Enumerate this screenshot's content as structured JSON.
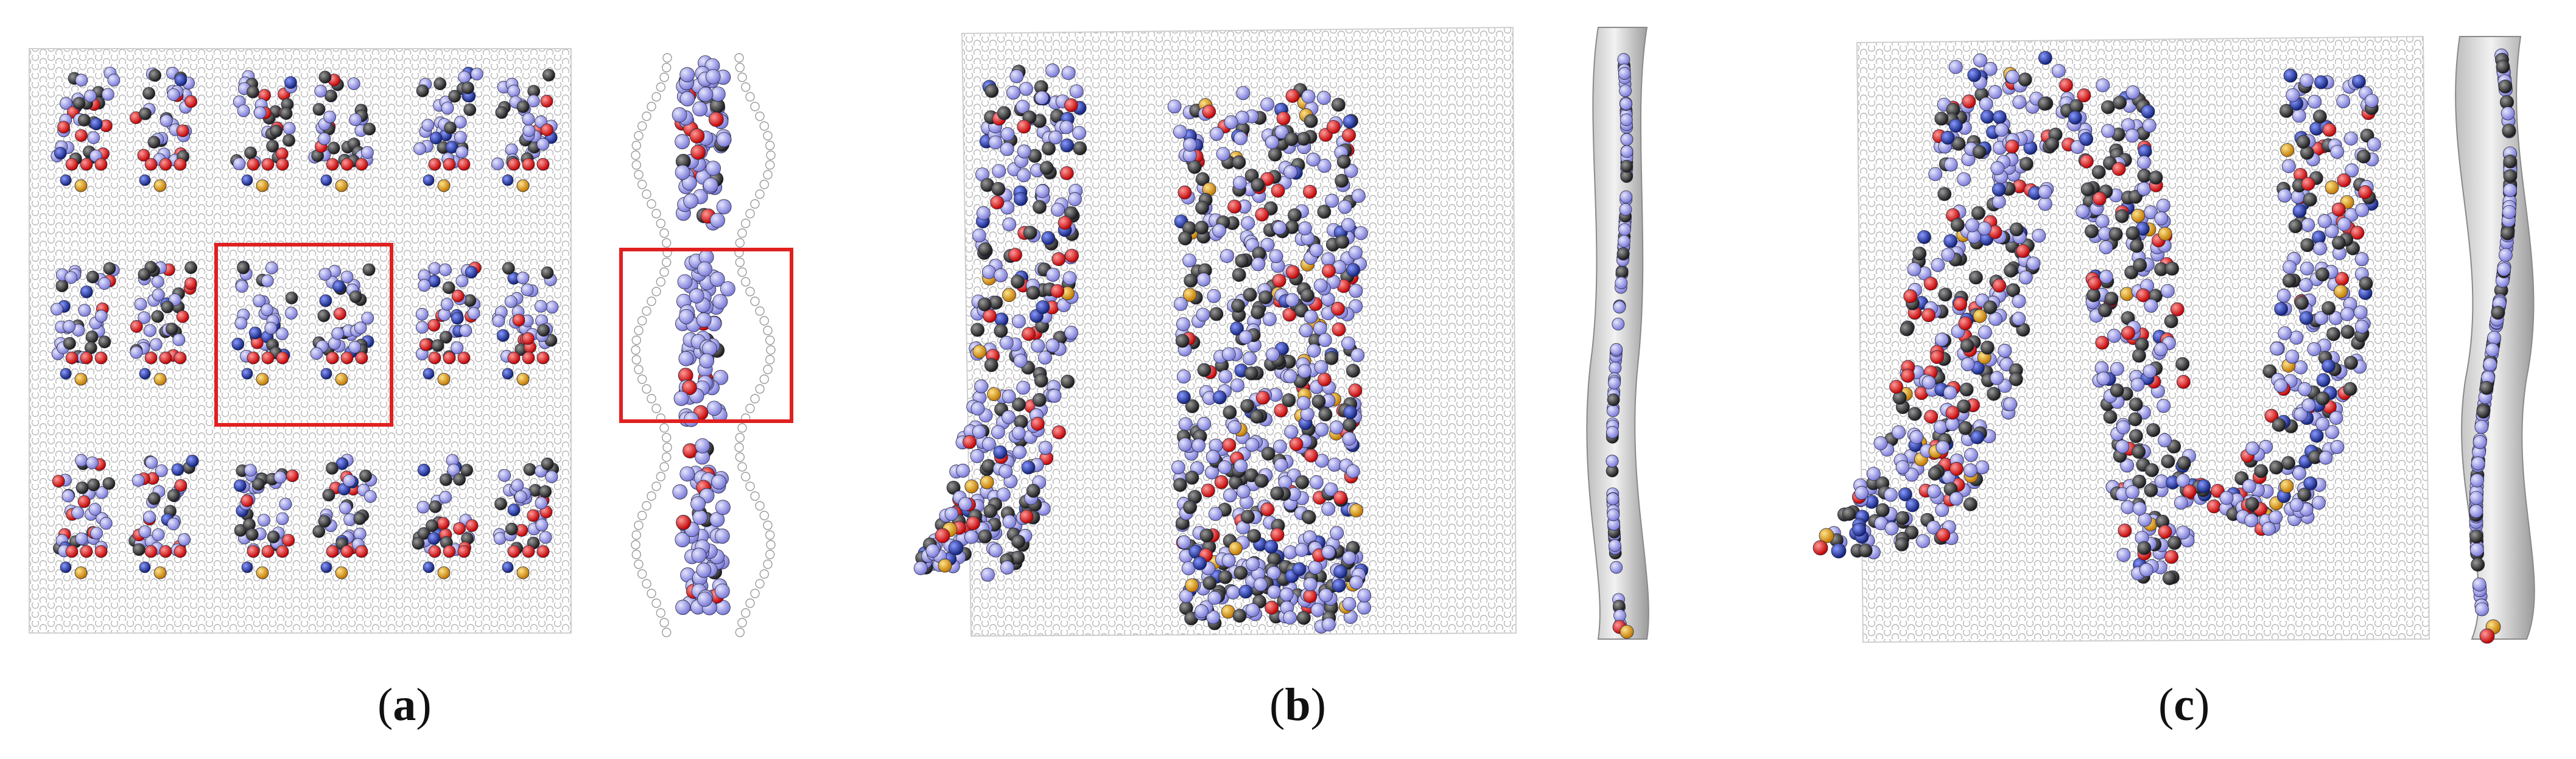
{
  "captions": {
    "a_open": "(",
    "a_letter": "a",
    "a_close": ")",
    "b_open": "(",
    "b_letter": "b",
    "b_close": ")",
    "c_open": "(",
    "c_letter": "c",
    "c_close": ")"
  },
  "colors": {
    "graphene": "#c9c9c9",
    "carbon": "#3a3a3a",
    "hydrogen": "#9a9ae6",
    "oxygen": "#e01515",
    "nitrogen": "#1f2fb0",
    "sulfur": "#e0a010",
    "highlight_box": "#e02020"
  },
  "panels": [
    {
      "id": "a",
      "description_icon": "graphene-sheet-with-3x3-peptide-array"
    },
    {
      "id": "b",
      "description_icon": "graphene-sheet-with-two-peptide-stripes"
    },
    {
      "id": "c",
      "description_icon": "graphene-sheet-with-merged-peptide-network"
    }
  ]
}
